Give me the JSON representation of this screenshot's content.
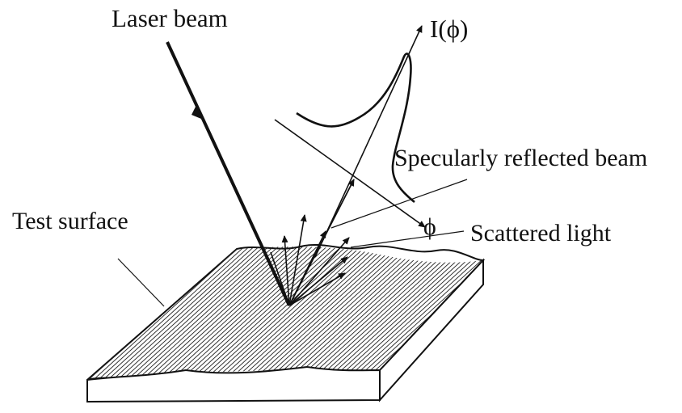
{
  "diagram": {
    "labels": {
      "laser_beam": "Laser beam",
      "intensity": "I(ϕ)",
      "specular": "Specularly reflected beam",
      "test_surface": "Test surface",
      "angle": "ϕ",
      "scattered": "Scattered light"
    },
    "colors": {
      "ink": "#111111",
      "background": "#ffffff"
    }
  }
}
